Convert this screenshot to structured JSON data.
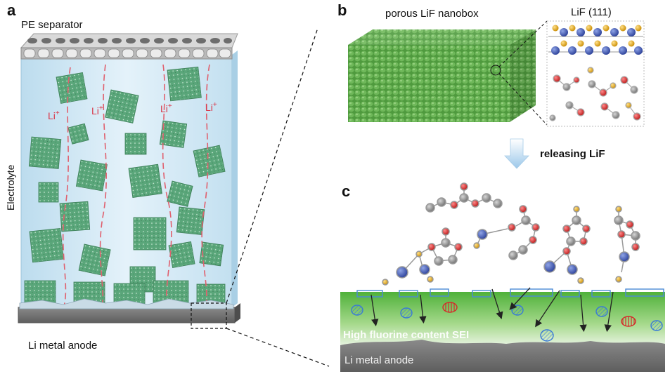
{
  "panel_a": {
    "letter": "a",
    "separator_label": "PE separator",
    "electrolyte_label": "Electrolyte",
    "li_ion_labels": [
      "Li",
      "Li",
      "Li",
      "Li"
    ],
    "li_superscript": "+",
    "anode_label": "Li metal anode"
  },
  "panel_b": {
    "letter": "b",
    "nanobox_label": "porous LiF nanobox",
    "crystal_label": "LiF (111)",
    "arrow_label": "releasing LiF"
  },
  "panel_c": {
    "letter": "c",
    "sei_label": "High fluorine content SEI",
    "anode_label": "Li metal anode"
  },
  "colors": {
    "green_cube": "#5aa67a",
    "electrolyte": "#cfe6f3",
    "li_path": "#e0606e",
    "sei_green": "#6cc04a",
    "anode_gray": "#777777",
    "li_atom": "#3a56b0",
    "o_atom": "#d42a2a",
    "c_atom": "#8f8f8f",
    "f_atom": "#e8b320"
  }
}
